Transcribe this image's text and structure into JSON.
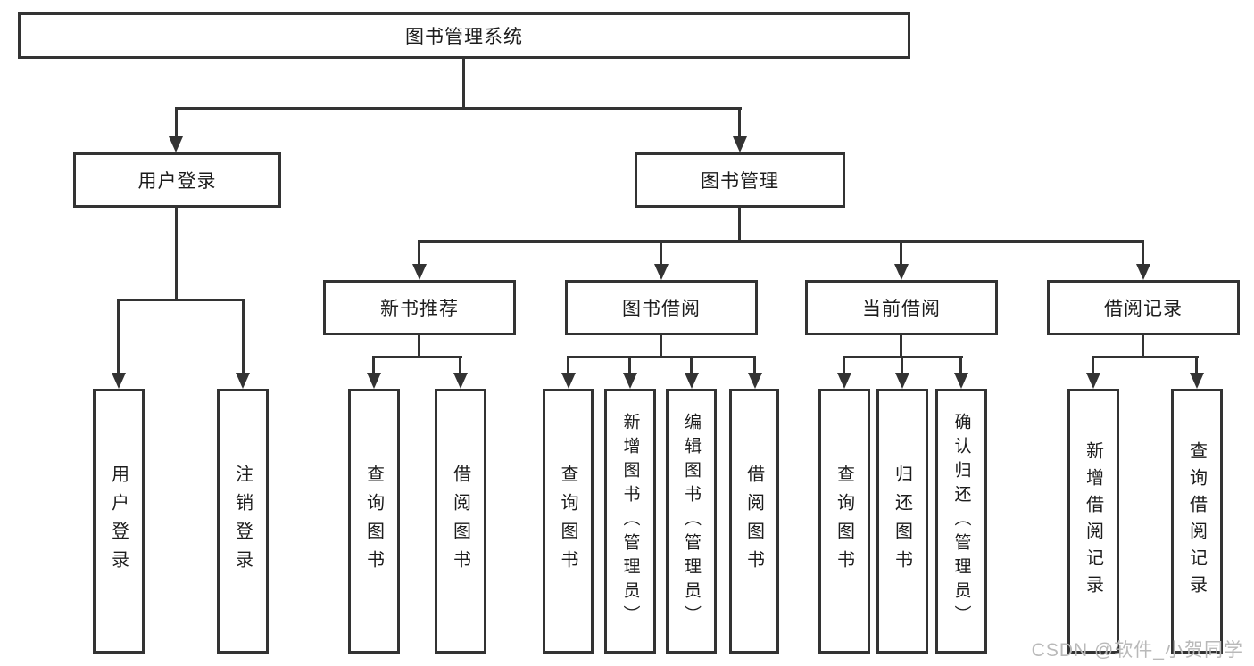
{
  "diagram": {
    "title": "图书管理系统",
    "line_color": "#333333",
    "text_color": "#1c1c1c",
    "background": "#ffffff"
  },
  "root": {
    "label": "图书管理系统"
  },
  "branches": [
    {
      "label": "用户登录"
    },
    {
      "label": "图书管理"
    }
  ],
  "modules": [
    {
      "label": "新书推荐"
    },
    {
      "label": "图书借阅"
    },
    {
      "label": "当前借阅"
    },
    {
      "label": "借阅记录"
    }
  ],
  "leaves": {
    "user_login": [
      {
        "label": "用户登录"
      },
      {
        "label": "注销登录"
      }
    ],
    "new_book_recommend": [
      {
        "label": "查询图书"
      },
      {
        "label": "借阅图书"
      }
    ],
    "book_borrow": [
      {
        "label": "查询图书"
      },
      {
        "label": "新增图书（管理员）"
      },
      {
        "label": "编辑图书（管理员）"
      },
      {
        "label": "借阅图书"
      }
    ],
    "current_borrow": [
      {
        "label": "查询图书"
      },
      {
        "label": "归还图书"
      },
      {
        "label": "确认归还（管理员）"
      }
    ],
    "borrow_records": [
      {
        "label": "新增借阅记录"
      },
      {
        "label": "查询借阅记录"
      }
    ]
  },
  "watermark": {
    "text": "CSDN @软件_小贺同学",
    "color": "#b9b9b9"
  }
}
